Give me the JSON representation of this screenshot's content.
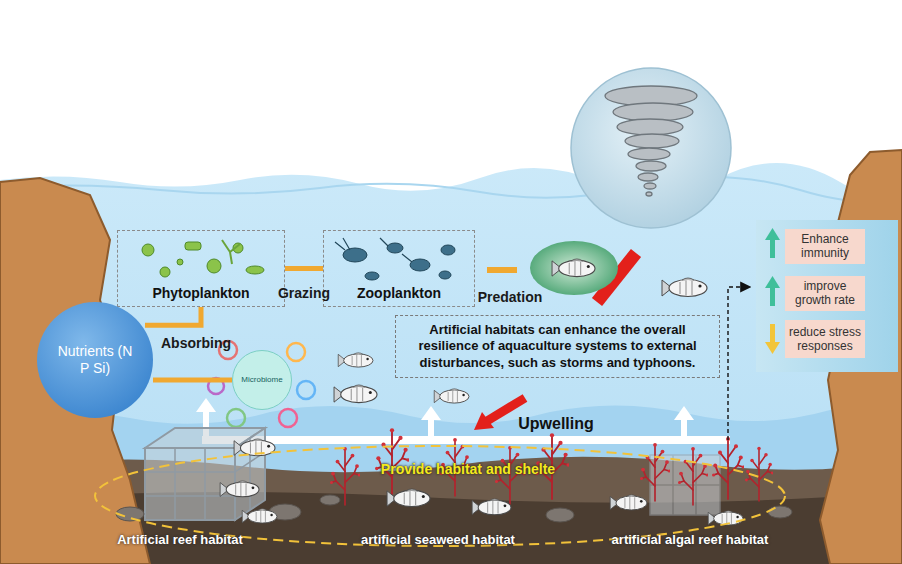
{
  "diagram": {
    "nodes": [
      {
        "text": [
          "Phytoplankton"
        ]
      },
      {
        "text": [
          "Zooplankton"
        ]
      },
      {
        "text": [
          "Nutrients (N P Si)"
        ]
      },
      {
        "text": [
          "Microbiome"
        ]
      },
      {
        "text": [
          "Artificial habitats can enhance the overall resilience of aquaculture systems to external disturbances, such as storms and typhoons."
        ]
      },
      {
        "text": [
          "Enhance immunity"
        ]
      },
      {
        "text": [
          "improve growth rate"
        ]
      },
      {
        "text": [
          "reduce stress responses"
        ]
      }
    ],
    "edges": [
      {
        "from": 0,
        "to": 1,
        "label": "Grazing",
        "arrow": "none"
      },
      {
        "from": 2,
        "to": 0,
        "label": "Absorbing",
        "arrow": "none"
      },
      {
        "from": 3,
        "to": 2,
        "arrow": "none"
      }
    ],
    "labels": [
      "Predation",
      "Upwelling",
      "Provide habitat and shelte",
      "Artificial reef habitat",
      "artificial seaweed habitat",
      "artificial algal reef habitat"
    ]
  }
}
